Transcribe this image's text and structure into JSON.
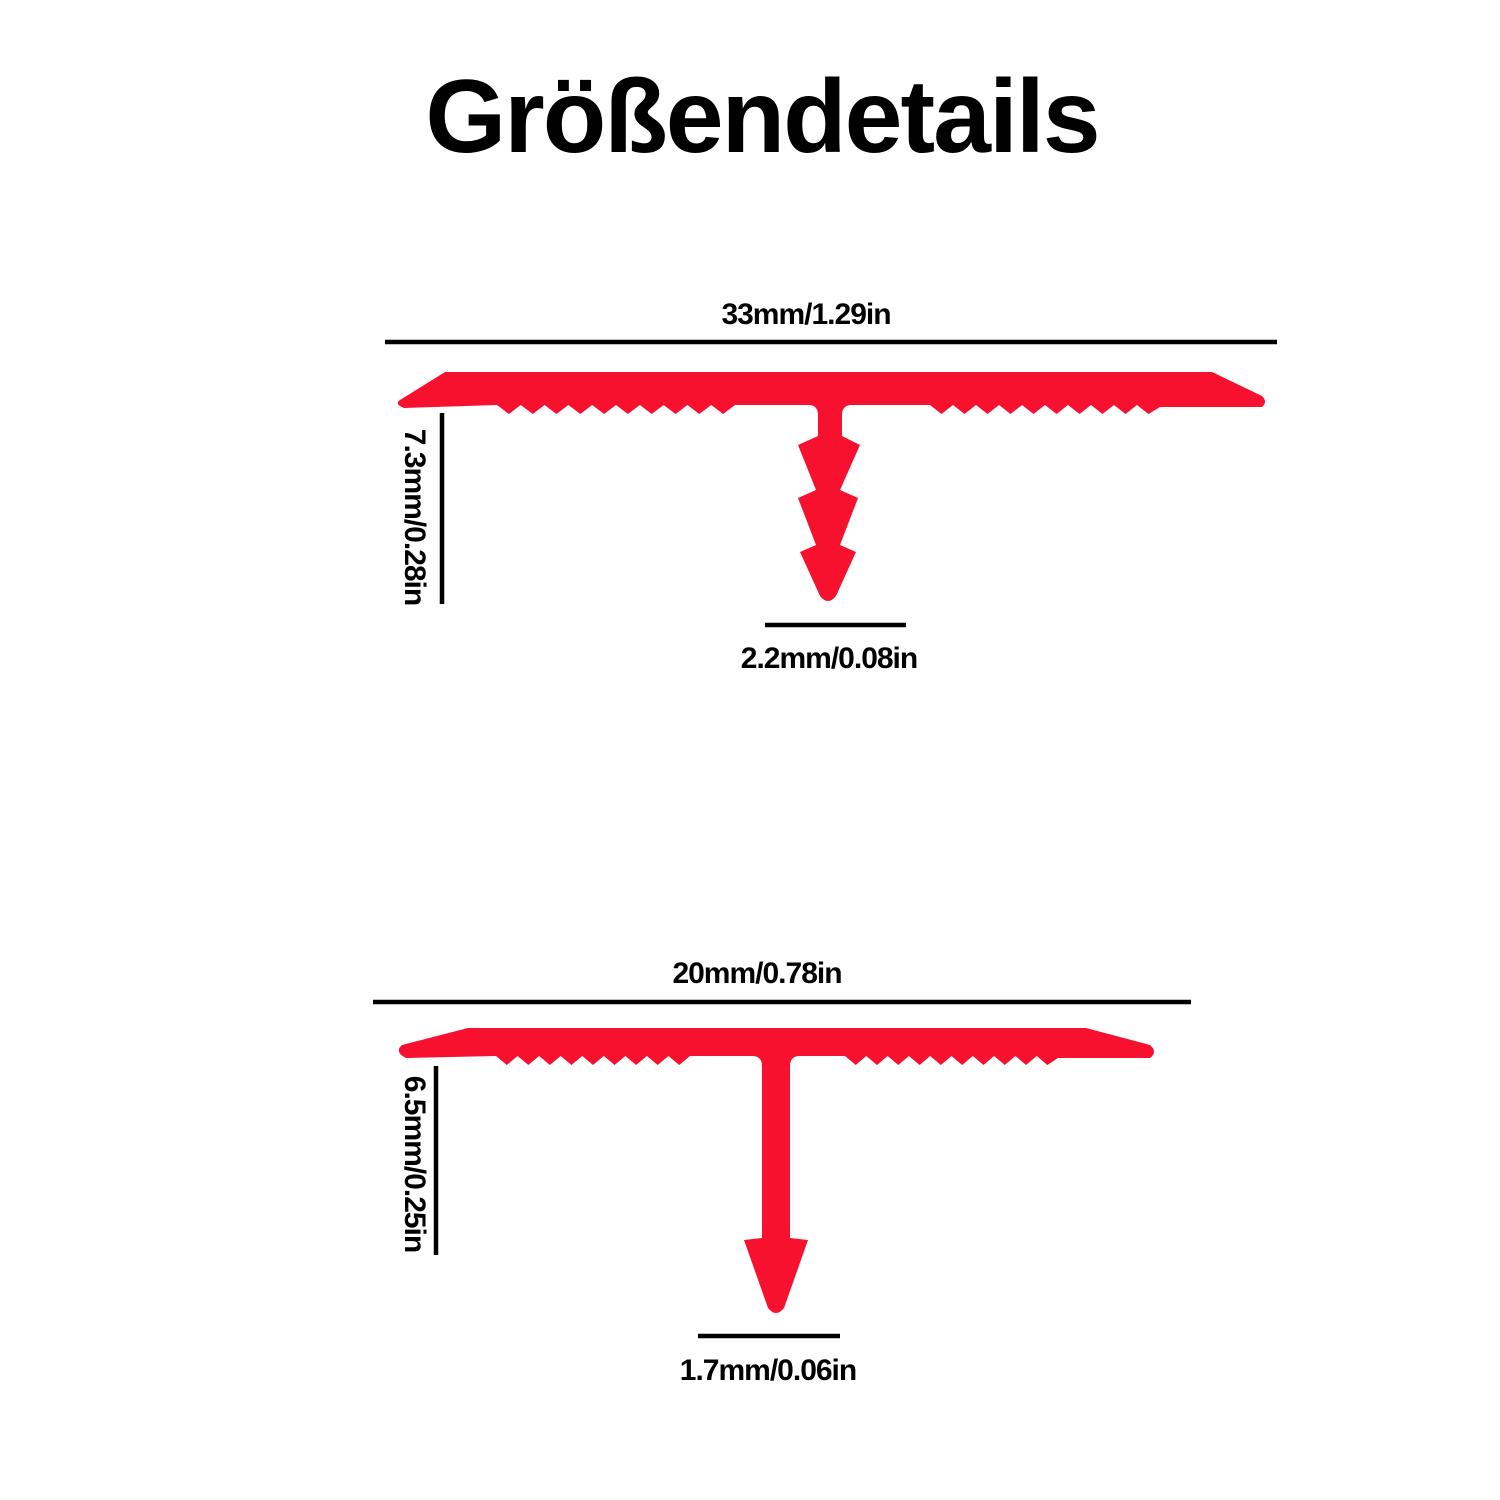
{
  "title": "Größendetails",
  "colors": {
    "profile": "#f8102f",
    "line": "#000000",
    "background": "#ffffff"
  },
  "profiles": [
    {
      "width_label": "33mm/1.29in",
      "height_label": "7.3mm/0.28in",
      "stem_label": "2.2mm/0.08in"
    },
    {
      "width_label": "20mm/0.78in",
      "height_label": "6.5mm/0.25in",
      "stem_label": "1.7mm/0.06in"
    }
  ]
}
